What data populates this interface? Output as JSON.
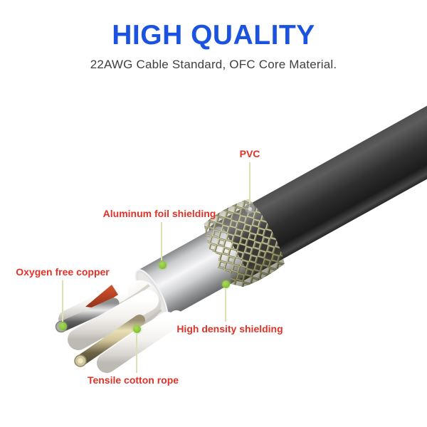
{
  "header": {
    "title": "HIGH QUALITY",
    "subtitle": "22AWG Cable Standard, OFC Core Material."
  },
  "diagram": {
    "description": "Cutaway illustration of cable construction layers",
    "labels": [
      {
        "id": "pvc",
        "text": "PVC"
      },
      {
        "id": "aluminum-foil",
        "text": "Aluminum foil shielding"
      },
      {
        "id": "oxygen-free-copper",
        "text": "Oxygen free copper"
      },
      {
        "id": "high-density-shielding",
        "text": "High density shielding"
      },
      {
        "id": "tensile-cotton-rope",
        "text": "Tensile cotton rope"
      }
    ]
  },
  "colors": {
    "title_blue": "#1b53e0",
    "subtitle_gray": "#3f3f3f",
    "label_red": "#e03228",
    "pointer_line": "#dbe2b2",
    "marker_green": "#8cc63e",
    "pvc_jacket": "#2f2f2f",
    "braid_khaki": "#a3a075",
    "foil_silver": "#d9dadc",
    "cotton_white": "#f1efec",
    "copper_brass": "#cfc39a"
  }
}
